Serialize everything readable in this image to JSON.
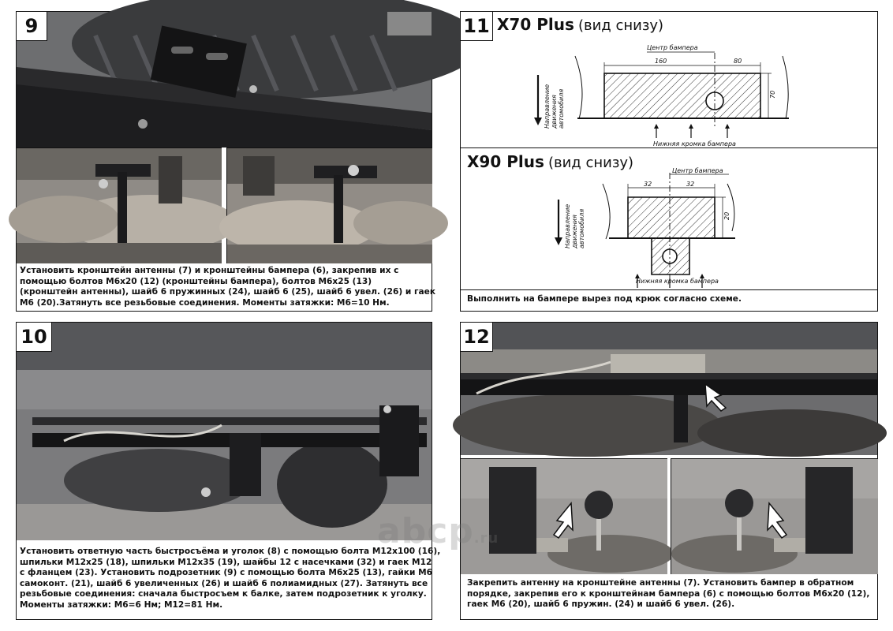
{
  "steps": {
    "s9": {
      "number": "9",
      "caption": [
        "Установить кронштейн антенны (7) и кронштейны бампера (6), закрепив их с",
        "помощью болтов М6х20 (12) (кронштейны бампера), болтов М6х25 (13)",
        "(кронштейн антенны), шайб 6 пружинных (24), шайб 6 (25), шайб 6 увел. (26) и гаек",
        "М6 (20).Затянуть все резьбовые соединения. Моменты затяжки: М6=10 Нм."
      ]
    },
    "s10": {
      "number": "10",
      "caption": [
        "Установить ответную часть быстросъёма и уголок (8) с помощью болта М12х100 (16),",
        "шпильки М12х25 (18), шпильки М12х35 (19), шайбы 12 с насечками (32) и гаек М12",
        "с фланцем (23). Установить подрозетник (9) с помощью болта М6х25 (13), гайки М6",
        "самоконт. (21), шайб 6 увеличенных (26) и шайб 6 полиамидных (27). Затянуть все",
        "резьбовые соединения: сначала быстросъем к балке, затем подрозетник к уголку.",
        "Моменты затяжки: М6=6 Нм; М12=81 Нм."
      ]
    },
    "s11": {
      "number": "11",
      "x70": {
        "model": "X70 Plus",
        "view": "(вид снизу)",
        "center_label": "Центр бампера",
        "dim_left": "160",
        "dim_right": "80",
        "dim_height": "70",
        "edge_label": "Нижняя кромка бампера",
        "direction_label_1": "Направление",
        "direction_label_2": "движения",
        "direction_label_3": "автомобиля"
      },
      "x90": {
        "model": "X90 Plus",
        "view": "(вид снизу)",
        "center_label": "Центр бампера",
        "dim_left": "32",
        "dim_right": "32",
        "dim_height": "20",
        "edge_label": "Нижняя кромка бампера",
        "direction_label_1": "Направление",
        "direction_label_2": "движения",
        "direction_label_3": "автомобиля"
      },
      "caption": [
        "Выполнить на бампере вырез под крюк согласно схеме."
      ]
    },
    "s12": {
      "number": "12",
      "caption": [
        "Закрепить антенну на кронштейне антенны (7). Установить бампер в обратном",
        "порядке, закрепив его к кронштейнам бампера (6)  с помощью болтов М6х20 (12),",
        "гаек М6 (20), шайб 6 пружин. (24) и шайб 6 увел. (26)."
      ]
    }
  },
  "watermark": {
    "text": "abcp",
    "suffix": ".ru"
  }
}
